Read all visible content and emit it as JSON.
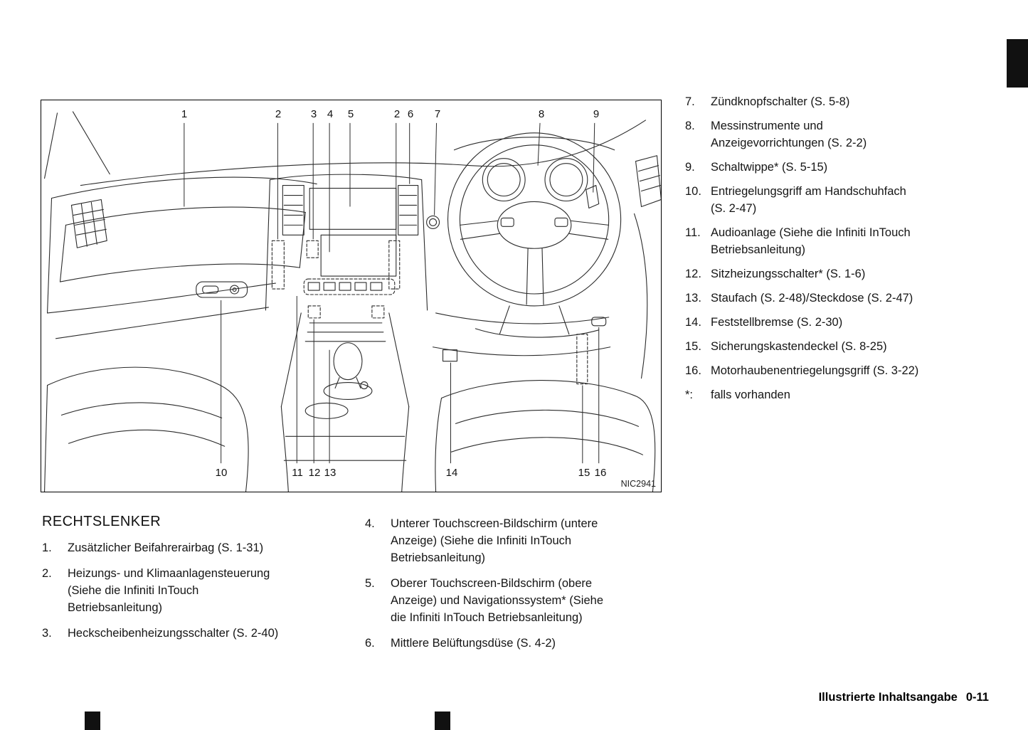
{
  "figure": {
    "code": "NIC2941",
    "callouts_top": [
      "1",
      "2",
      "3",
      "4",
      "5",
      "2",
      "6",
      "7",
      "8",
      "9"
    ],
    "callouts_bottom": [
      "10",
      "11",
      "12",
      "13",
      "14",
      "15",
      "16"
    ]
  },
  "heading": "RECHTSLENKER",
  "list_left": [
    {
      "num": "1.",
      "text": "Zusätzlicher Beifahrerairbag (S. 1-31)"
    },
    {
      "num": "2.",
      "text": "Heizungs- und Klimaanlagensteuerung\n(Siehe die Infiniti InTouch\nBetriebsanleitung)"
    },
    {
      "num": "3.",
      "text": "Heckscheibenheizungsschalter (S. 2-40)"
    }
  ],
  "list_mid": [
    {
      "num": "4.",
      "text": "Unterer Touchscreen-Bildschirm (untere\nAnzeige) (Siehe die Infiniti InTouch\nBetriebsanleitung)"
    },
    {
      "num": "5.",
      "text": "Oberer Touchscreen-Bildschirm (obere\nAnzeige) und Navigationssystem* (Siehe\ndie Infiniti InTouch Betriebsanleitung)"
    },
    {
      "num": "6.",
      "text": "Mittlere Belüftungsdüse (S. 4-2)"
    }
  ],
  "list_right": [
    {
      "num": "7.",
      "text": "Zündknopfschalter (S. 5-8)"
    },
    {
      "num": "8.",
      "text": "Messinstrumente und\nAnzeigevorrichtungen (S. 2-2)"
    },
    {
      "num": "9.",
      "text": "Schaltwippe* (S. 5-15)"
    },
    {
      "num": "10.",
      "text": "Entriegelungsgriff am Handschuhfach\n(S. 2-47)"
    },
    {
      "num": "11.",
      "text": "Audioanlage (Siehe die Infiniti InTouch\nBetriebsanleitung)"
    },
    {
      "num": "12.",
      "text": "Sitzheizungsschalter* (S. 1-6)"
    },
    {
      "num": "13.",
      "text": "Staufach (S. 2-48)/Steckdose (S. 2-47)"
    },
    {
      "num": "14.",
      "text": "Feststellbremse (S. 2-30)"
    },
    {
      "num": "15.",
      "text": "Sicherungskastendeckel (S. 8-25)"
    },
    {
      "num": "16.",
      "text": "Motorhaubenentriegelungsgriff (S. 3-22)"
    },
    {
      "num": "*:",
      "text": "falls vorhanden"
    }
  ],
  "footer": {
    "section": "Illustrierte Inhaltsangabe",
    "page_number": "0-11"
  }
}
